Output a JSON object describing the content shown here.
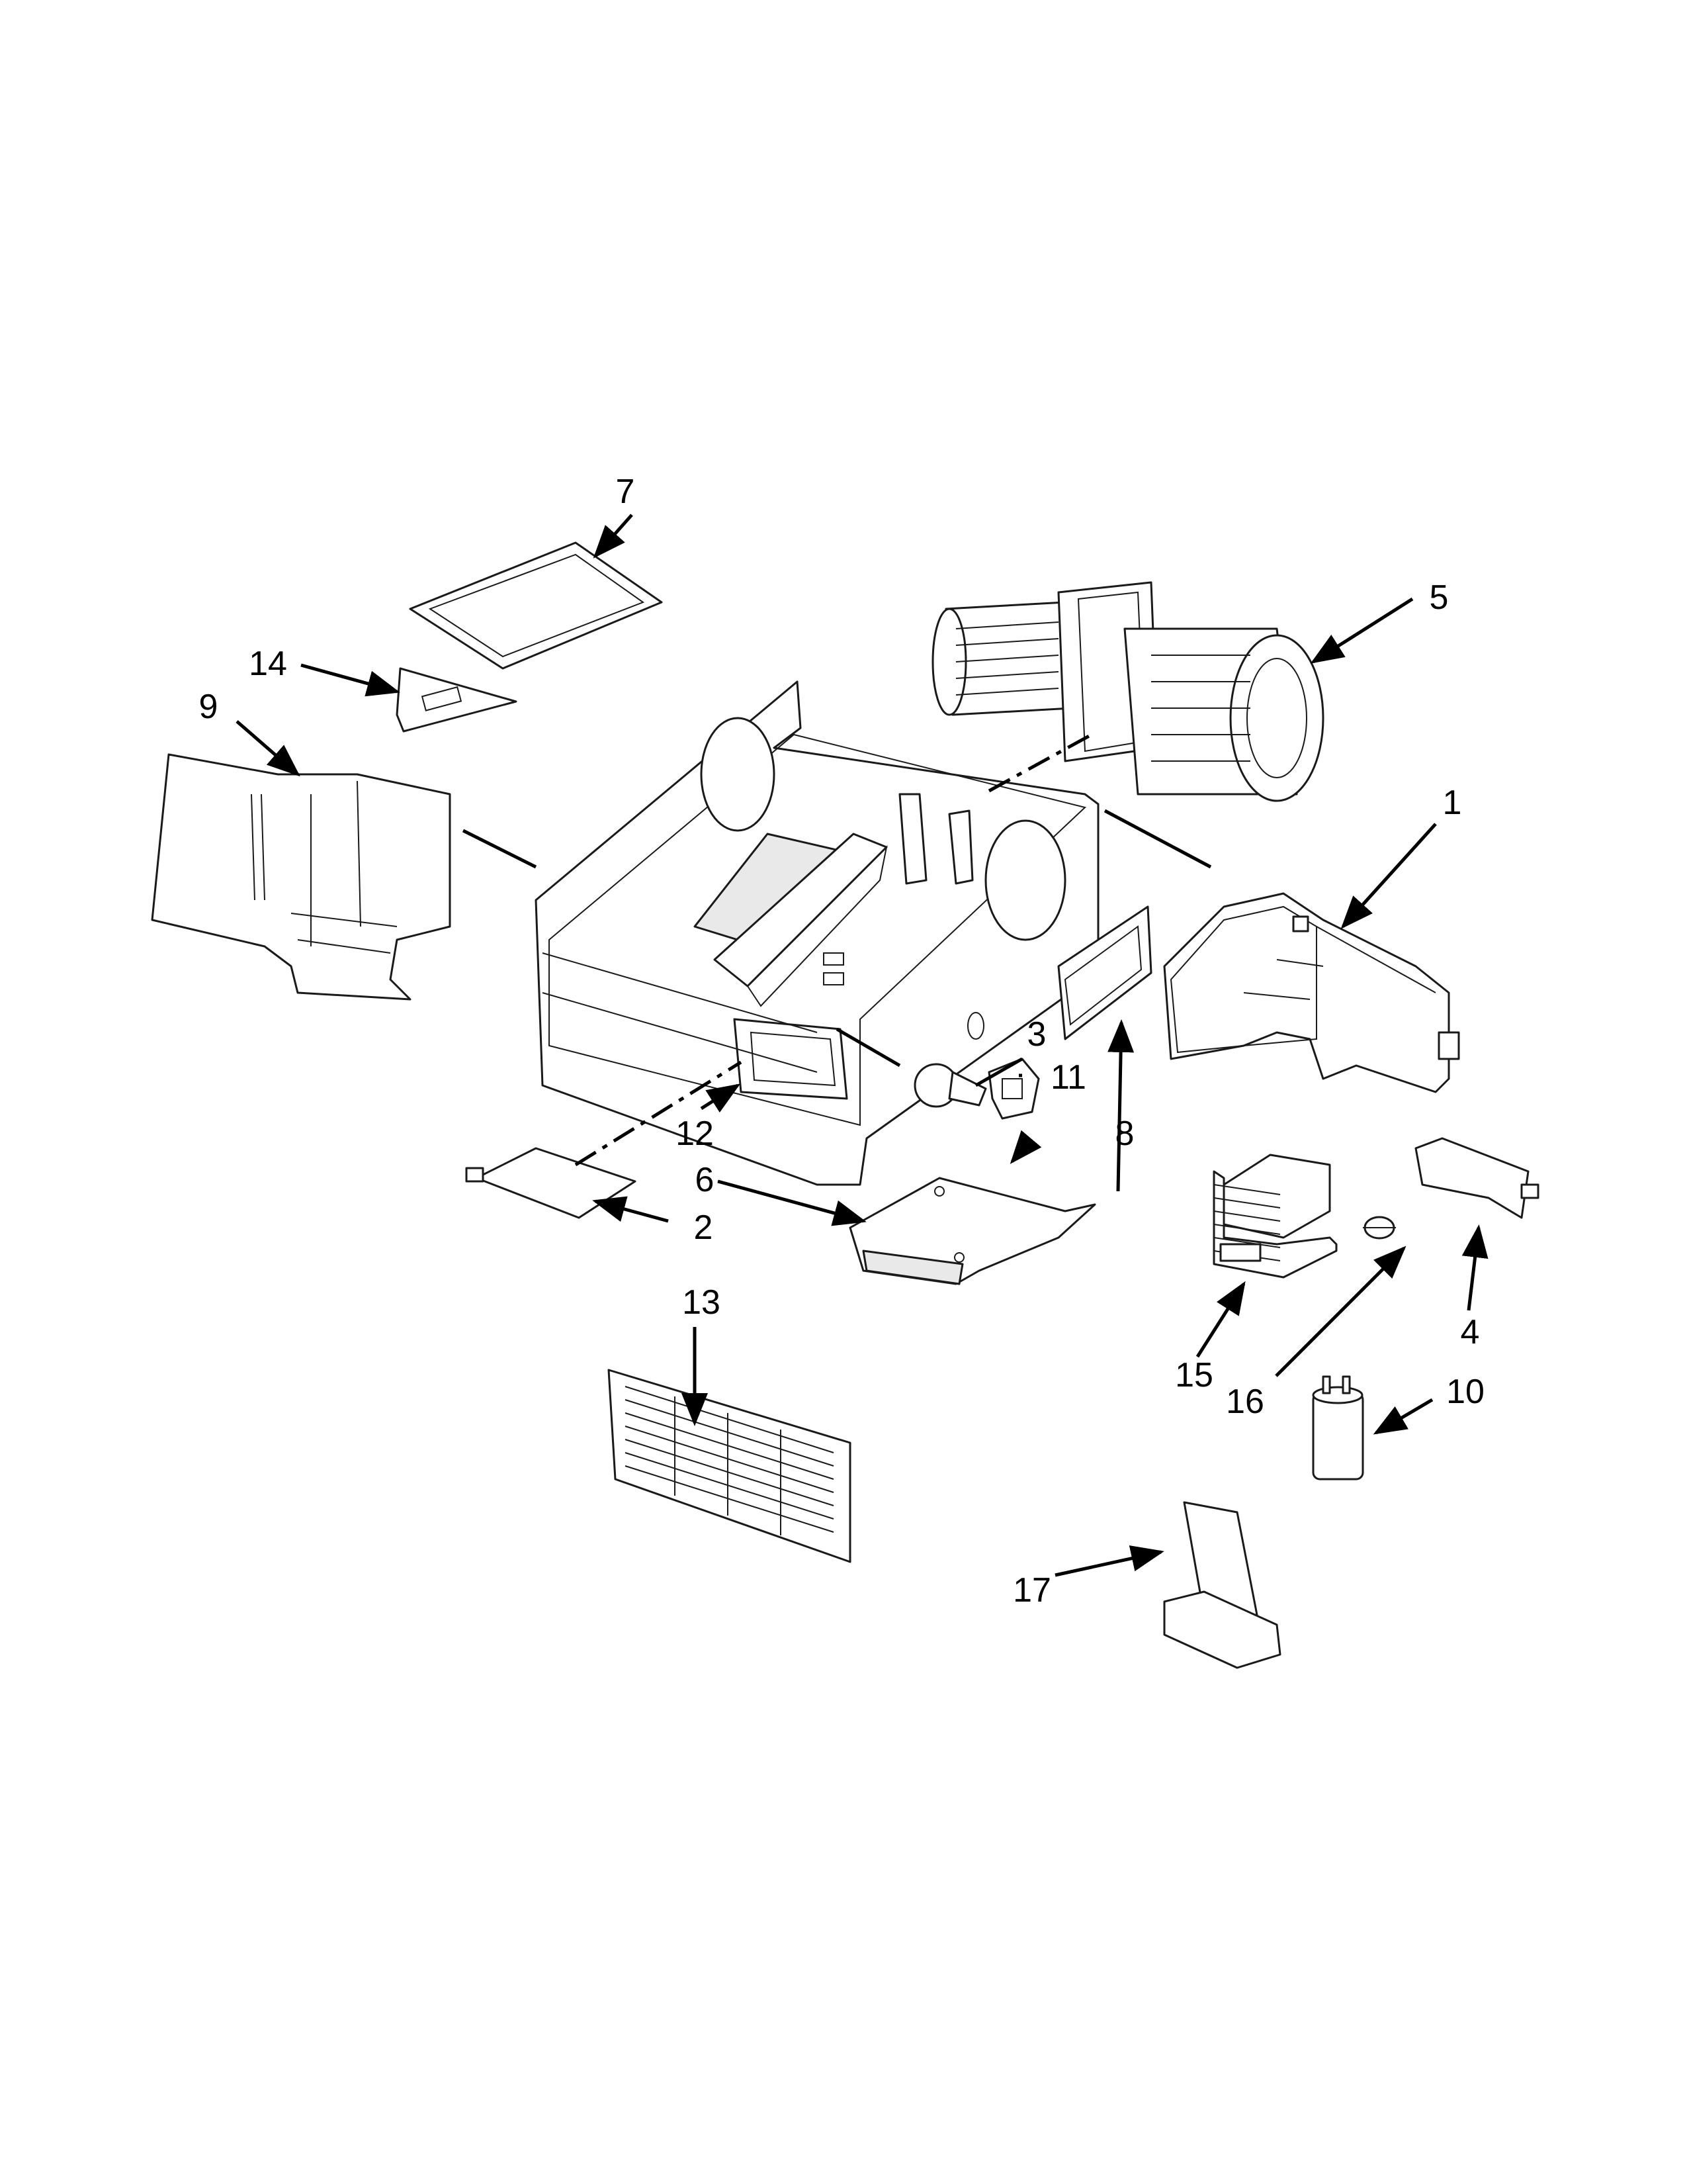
{
  "callouts": [
    {
      "id": "1",
      "label": "1"
    },
    {
      "id": "2",
      "label": "2"
    },
    {
      "id": "3",
      "label": "3"
    },
    {
      "id": "4",
      "label": "4"
    },
    {
      "id": "5",
      "label": "5"
    },
    {
      "id": "6",
      "label": "6"
    },
    {
      "id": "7",
      "label": "7"
    },
    {
      "id": "8",
      "label": "8"
    },
    {
      "id": "9",
      "label": "9"
    },
    {
      "id": "10",
      "label": "10"
    },
    {
      "id": "11",
      "label": "11"
    },
    {
      "id": "12",
      "label": "12"
    },
    {
      "id": "13",
      "label": "13"
    },
    {
      "id": "14",
      "label": "14"
    },
    {
      "id": "15",
      "label": "15"
    },
    {
      "id": "16",
      "label": "16"
    },
    {
      "id": "17",
      "label": "17"
    }
  ],
  "colors": {
    "line": "#1a1a1a",
    "leader": "#000000",
    "shade": "#e9e9e9",
    "background": "#ffffff"
  }
}
